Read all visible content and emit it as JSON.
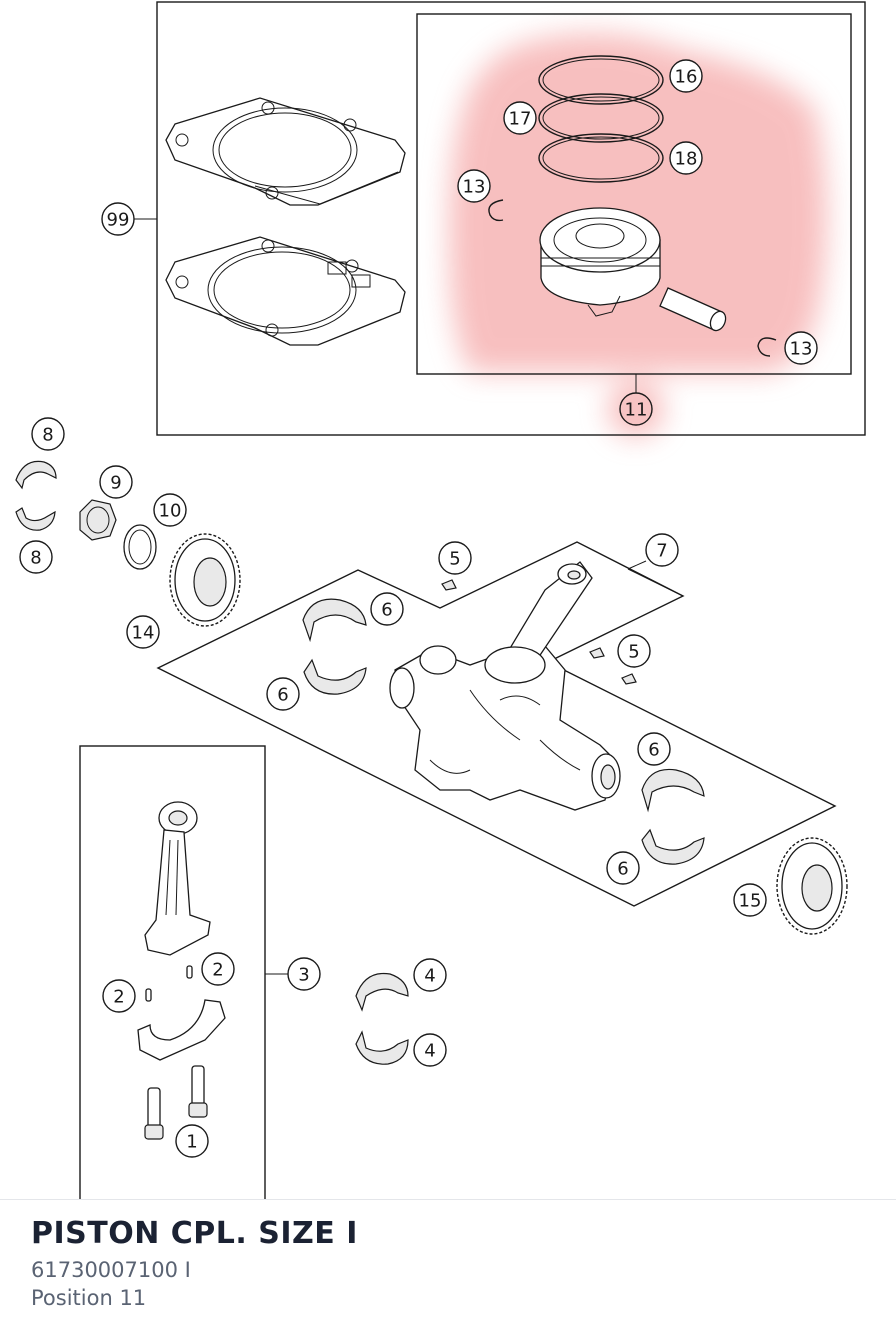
{
  "diagram": {
    "highlight_color": "#f28b8b",
    "highlighted_callout": "11",
    "callouts": [
      {
        "id": "c99",
        "label": "99"
      },
      {
        "id": "c16",
        "label": "16"
      },
      {
        "id": "c17",
        "label": "17"
      },
      {
        "id": "c18",
        "label": "18"
      },
      {
        "id": "c13a",
        "label": "13"
      },
      {
        "id": "c13b",
        "label": "13"
      },
      {
        "id": "c11",
        "label": "11"
      },
      {
        "id": "c8a",
        "label": "8"
      },
      {
        "id": "c8b",
        "label": "8"
      },
      {
        "id": "c9",
        "label": "9"
      },
      {
        "id": "c10",
        "label": "10"
      },
      {
        "id": "c14",
        "label": "14"
      },
      {
        "id": "c5a",
        "label": "5"
      },
      {
        "id": "c5b",
        "label": "5"
      },
      {
        "id": "c7",
        "label": "7"
      },
      {
        "id": "c6a",
        "label": "6"
      },
      {
        "id": "c6b",
        "label": "6"
      },
      {
        "id": "c6c",
        "label": "6"
      },
      {
        "id": "c6d",
        "label": "6"
      },
      {
        "id": "c15",
        "label": "15"
      },
      {
        "id": "c3",
        "label": "3"
      },
      {
        "id": "c2a",
        "label": "2"
      },
      {
        "id": "c2b",
        "label": "2"
      },
      {
        "id": "c4a",
        "label": "4"
      },
      {
        "id": "c4b",
        "label": "4"
      },
      {
        "id": "c1",
        "label": "1"
      }
    ]
  },
  "part": {
    "title": "PISTON CPL. SIZE I",
    "number": "61730007100 I",
    "position": "Position 11"
  }
}
